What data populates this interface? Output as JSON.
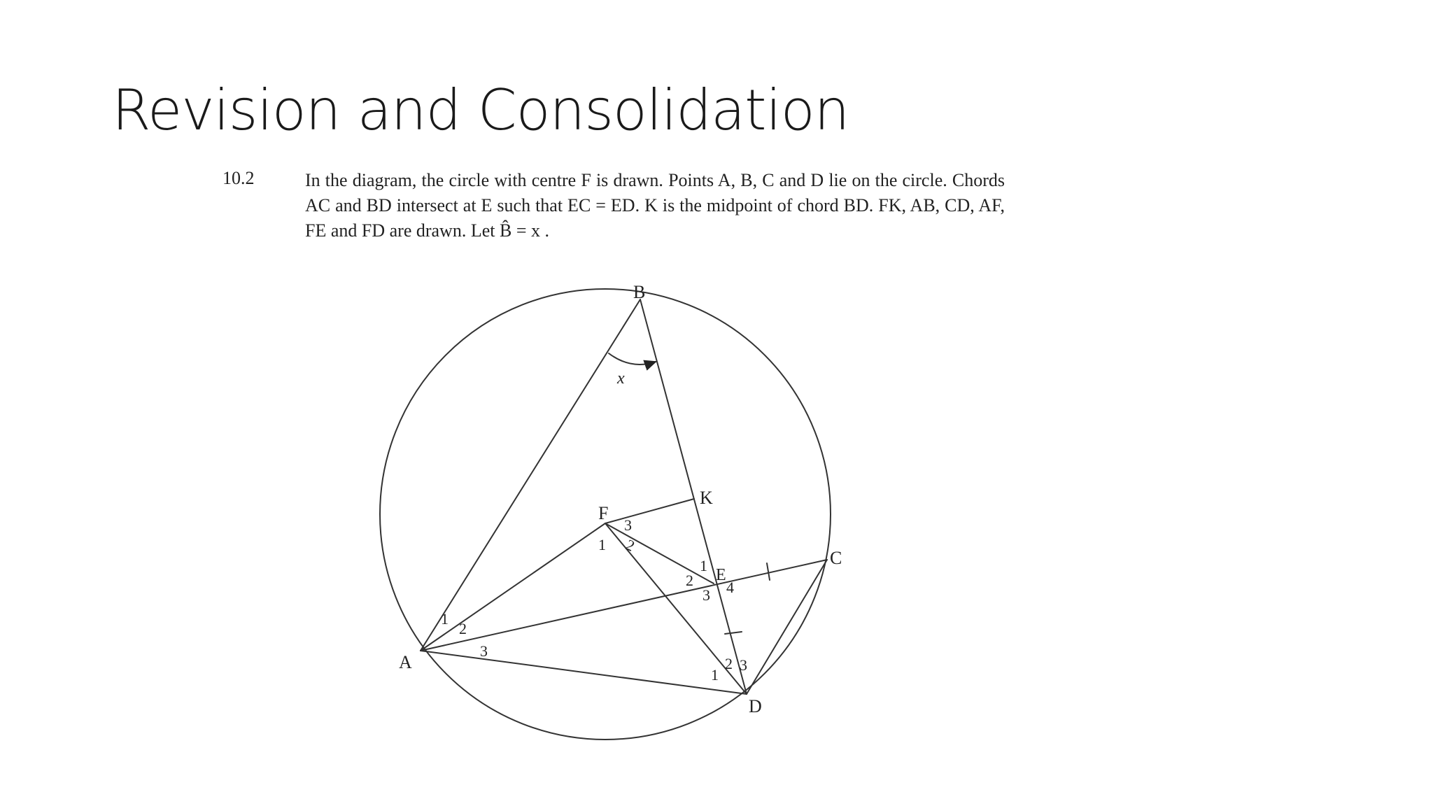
{
  "slide": {
    "title": "Revision and Consolidation"
  },
  "problem": {
    "number": "10.2",
    "text": "In the diagram, the circle with centre F is drawn. Points A, B, C and D lie on the circle. Chords AC and BD intersect at E such that EC = ED. K is the midpoint of chord BD. FK, AB, CD, AF, FE and FD are drawn. Let B̂ = x ."
  },
  "diagram": {
    "points": {
      "A": "A",
      "B": "B",
      "C": "C",
      "D": "D",
      "E": "E",
      "F": "F",
      "K": "K"
    },
    "angle_x": "x",
    "angle_labels": {
      "F1": "1",
      "F2": "2",
      "F3": "3",
      "A1": "1",
      "A2": "2",
      "A3": "3",
      "E1": "1",
      "E2": "2",
      "E3": "3",
      "E4": "4",
      "D1": "1",
      "D2": "2",
      "D3": "3"
    }
  }
}
